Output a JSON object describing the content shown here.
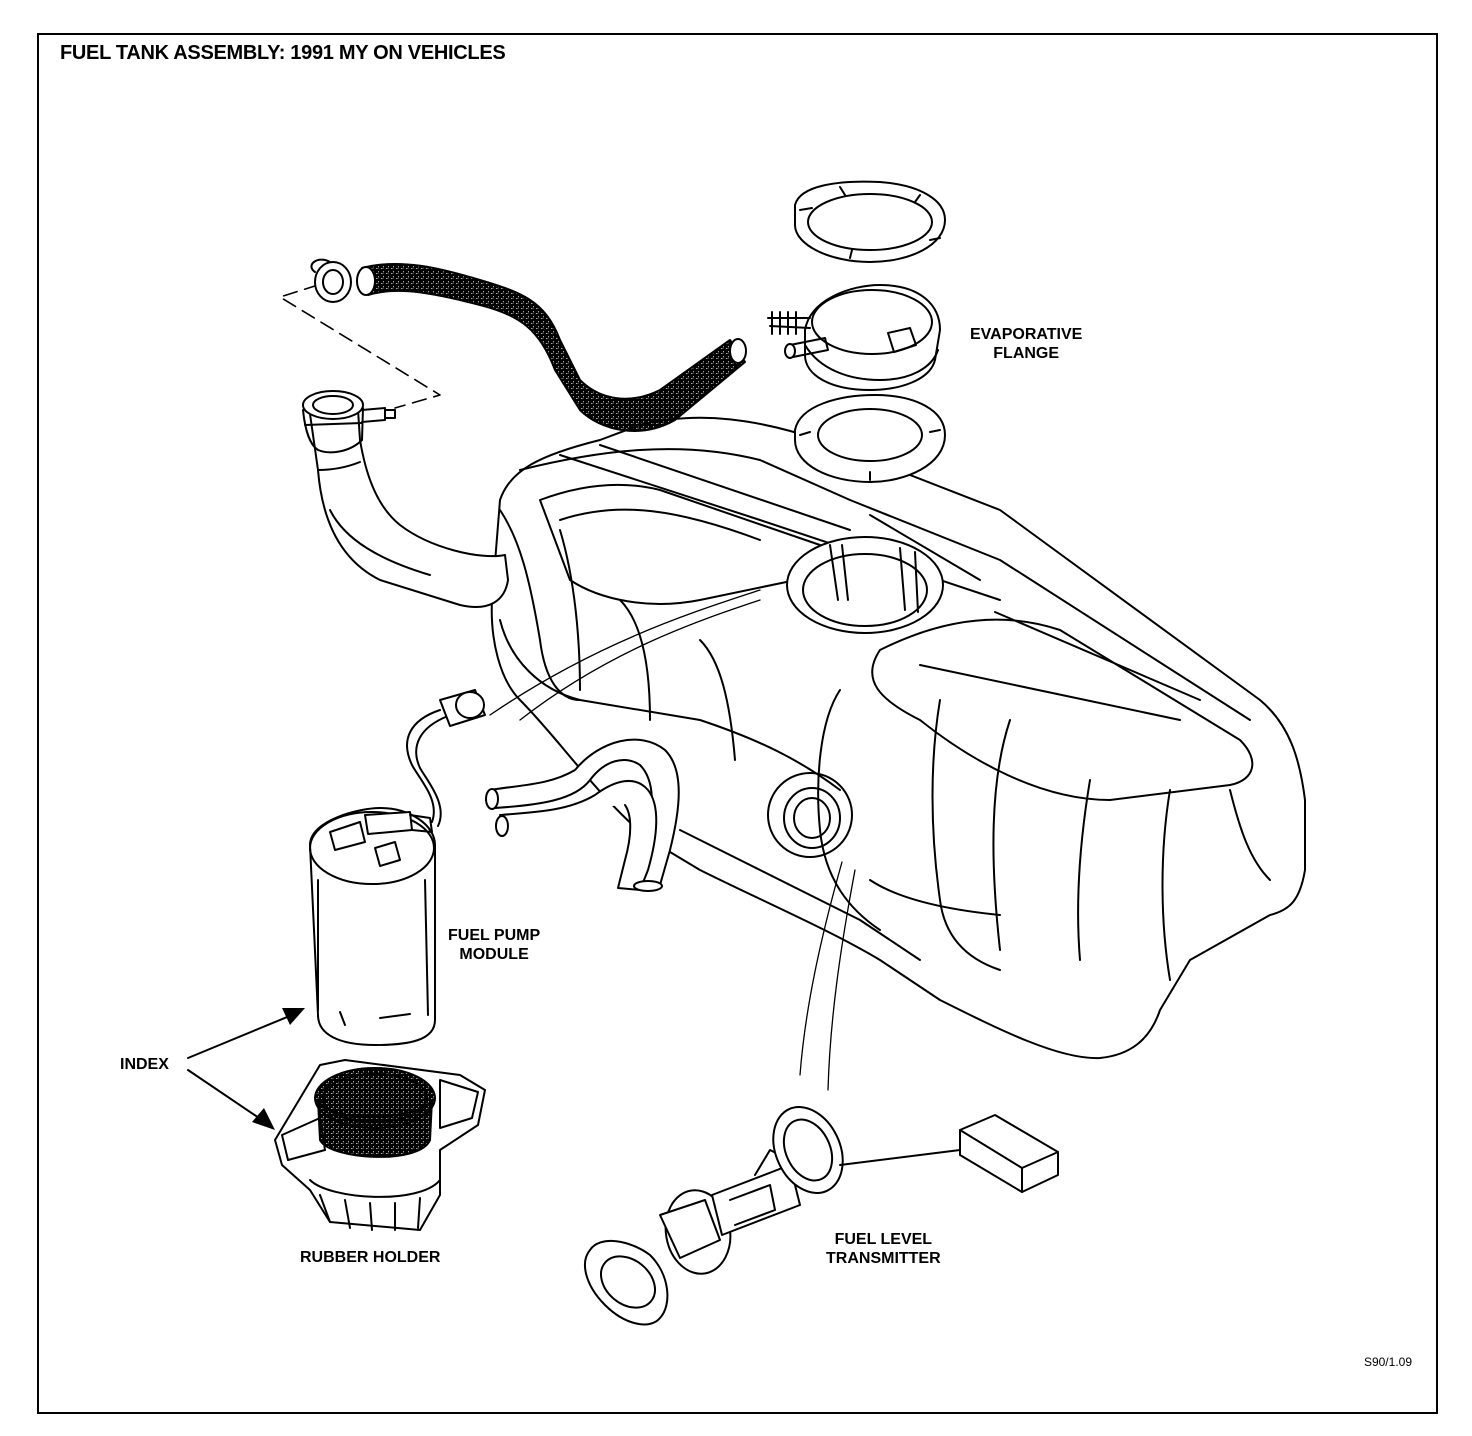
{
  "title": "FUEL TANK ASSEMBLY: 1991 MY ON VEHICLES",
  "labels": {
    "evaporative_flange": [
      "EVAPORATIVE",
      "FLANGE"
    ],
    "fuel_pump_module": [
      "FUEL PUMP",
      "MODULE"
    ],
    "index": "INDEX",
    "rubber_holder": "RUBBER HOLDER",
    "fuel_level_transmitter": [
      "FUEL LEVEL",
      "TRANSMITTER"
    ]
  },
  "reference_code": "S90/1.09"
}
